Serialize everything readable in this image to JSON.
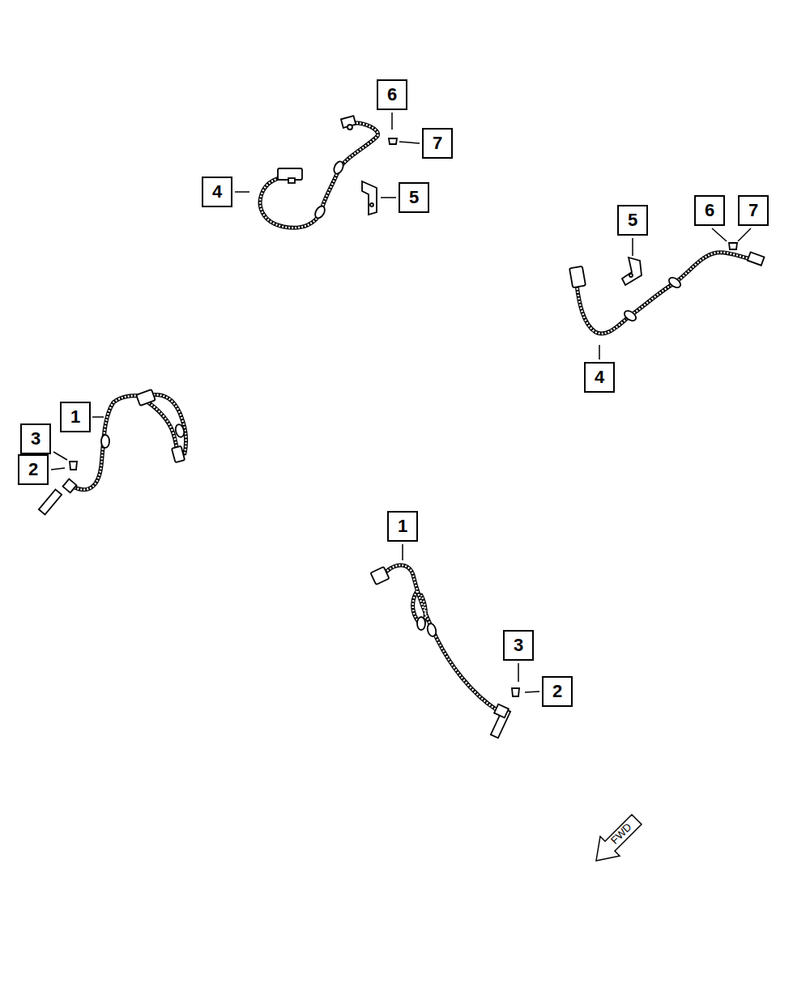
{
  "diagram": {
    "labels": [
      "6",
      "7",
      "4",
      "5",
      "5",
      "6",
      "7",
      "4",
      "1",
      "3",
      "2",
      "1",
      "3",
      "2",
      "FWD"
    ]
  }
}
